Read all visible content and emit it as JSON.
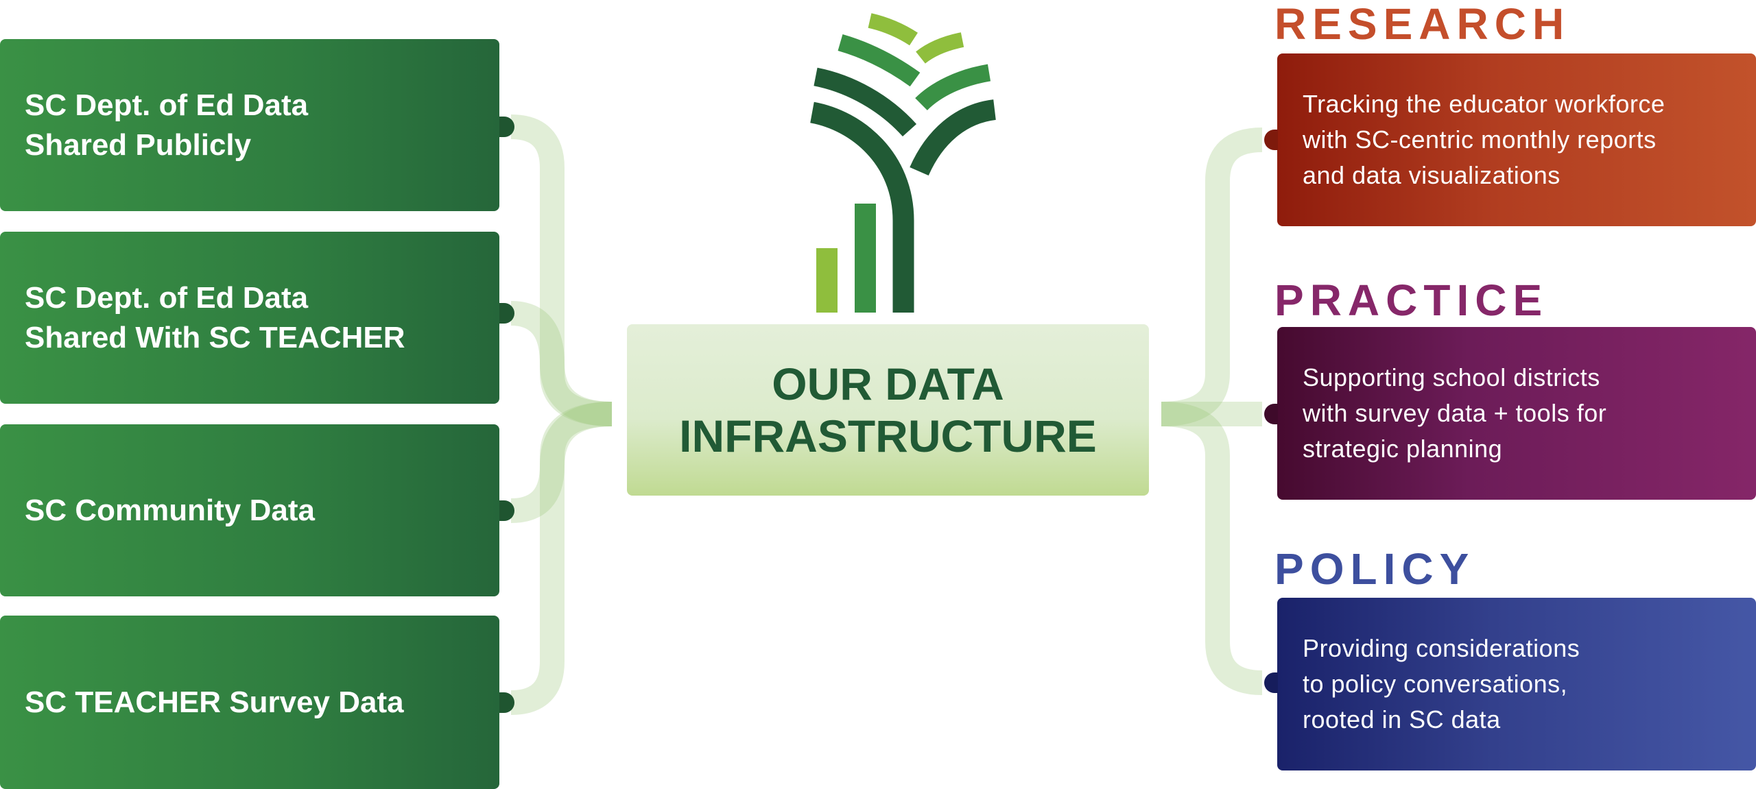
{
  "sources": [
    {
      "label": "SC Dept. of Ed Data\nShared Publicly"
    },
    {
      "label": "SC Dept. of Ed Data\nShared With SC TEACHER"
    },
    {
      "label": "SC Community Data"
    },
    {
      "label": "SC TEACHER Survey Data"
    }
  ],
  "center": {
    "title": "OUR DATA\nINFRASTRUCTURE"
  },
  "outputs": [
    {
      "heading": "RESEARCH",
      "description": "Tracking the educator workforce\nwith SC-centric monthly reports\nand data visualizations",
      "color": "#c44e2b"
    },
    {
      "heading": "PRACTICE",
      "description": "Supporting school districts\nwith survey data + tools for\nstrategic planning",
      "color": "#862769"
    },
    {
      "heading": "POLICY",
      "description": "Providing considerations\nto policy conversations,\nrooted in SC data",
      "color": "#3d4f9e"
    }
  ],
  "colors": {
    "green_dark": "#215a35",
    "green_mid": "#3a9145",
    "green_light": "#8fbe3d"
  }
}
